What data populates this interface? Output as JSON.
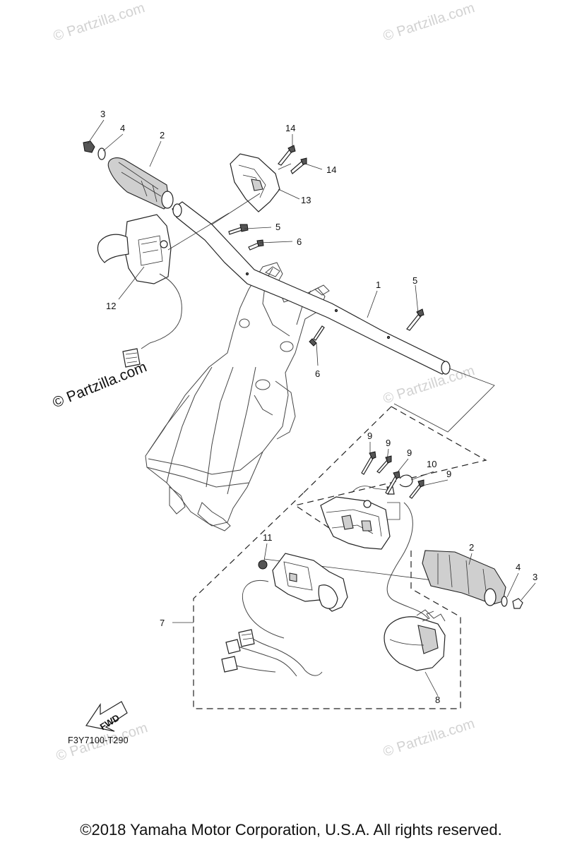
{
  "watermark": {
    "text": "© Partzilla.com",
    "main_text": "© Partzilla.com"
  },
  "callouts": [
    {
      "id": "c3a",
      "label": "3"
    },
    {
      "id": "c4a",
      "label": "4"
    },
    {
      "id": "c2a",
      "label": "2"
    },
    {
      "id": "c14a",
      "label": "14"
    },
    {
      "id": "c14b",
      "label": "14"
    },
    {
      "id": "c13",
      "label": "13"
    },
    {
      "id": "c5a",
      "label": "5"
    },
    {
      "id": "c6a",
      "label": "6"
    },
    {
      "id": "c1",
      "label": "1"
    },
    {
      "id": "c5b",
      "label": "5"
    },
    {
      "id": "c12",
      "label": "12"
    },
    {
      "id": "c6b",
      "label": "6"
    },
    {
      "id": "c9a",
      "label": "9"
    },
    {
      "id": "c9b",
      "label": "9"
    },
    {
      "id": "c9c",
      "label": "9"
    },
    {
      "id": "c10",
      "label": "10"
    },
    {
      "id": "c9d",
      "label": "9"
    },
    {
      "id": "c11",
      "label": "11"
    },
    {
      "id": "c2b",
      "label": "2"
    },
    {
      "id": "c4b",
      "label": "4"
    },
    {
      "id": "c3b",
      "label": "3"
    },
    {
      "id": "c7",
      "label": "7"
    },
    {
      "id": "c8",
      "label": "8"
    }
  ],
  "fwd_label": "FWD",
  "figure_code": "F3Y7100-T290",
  "footer": "©2018  Yamaha Motor Corporation, U.S.A. All rights reserved."
}
